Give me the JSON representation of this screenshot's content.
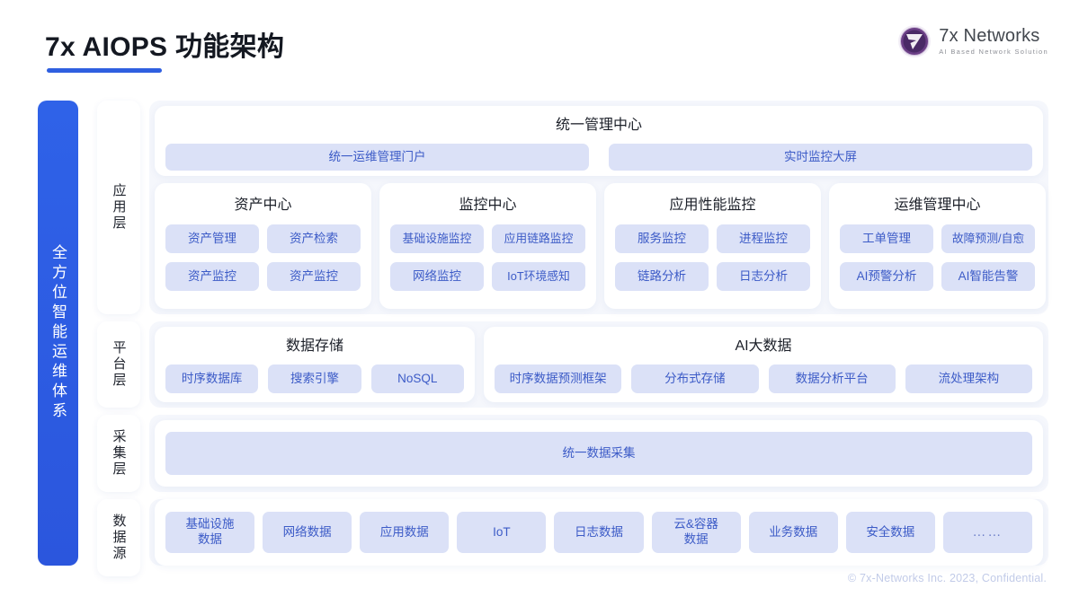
{
  "header": {
    "title": "7x AIOPS 功能架构",
    "logo": {
      "name": "7x Networks",
      "tagline": "AI Based Network Solution"
    }
  },
  "spine": {
    "label": "全方位智能运维体系"
  },
  "layers": [
    {
      "key": "app",
      "label": "应用层"
    },
    {
      "key": "plat",
      "label": "平台层"
    },
    {
      "key": "coll",
      "label": "采集层"
    },
    {
      "key": "src",
      "label": "数据源"
    }
  ],
  "application_layer": {
    "unified_center": {
      "title": "统一管理中心",
      "chips": [
        "统一运维管理门户",
        "实时监控大屏"
      ]
    },
    "cards": [
      {
        "title": "资产中心",
        "chips": [
          "资产管理",
          "资产检索",
          "资产监控",
          "资产监控"
        ]
      },
      {
        "title": "监控中心",
        "chips": [
          "基础设施监控",
          "应用链路监控",
          "网络监控",
          "IoT环境感知"
        ]
      },
      {
        "title": "应用性能监控",
        "chips": [
          "服务监控",
          "进程监控",
          "链路分析",
          "日志分析"
        ]
      },
      {
        "title": "运维管理中心",
        "chips": [
          "工单管理",
          "故障预测/自愈",
          "AI预警分析",
          "AI智能告警"
        ]
      }
    ]
  },
  "platform_layer": {
    "cards": [
      {
        "title": "数据存储",
        "chips": [
          "时序数据库",
          "搜索引擎",
          "NoSQL"
        ]
      },
      {
        "title": "AI大数据",
        "chips": [
          "时序数据预测框架",
          "分布式存储",
          "数据分析平台",
          "流处理架构"
        ]
      }
    ]
  },
  "collection_layer": {
    "chip": "统一数据采集"
  },
  "data_source_layer": {
    "chips": [
      "基础设施\n数据",
      "网络数据",
      "应用数据",
      "IoT",
      "日志数据",
      "云&容器\n数据",
      "业务数据",
      "安全数据",
      "……"
    ]
  },
  "footer": {
    "copyright": "© 7x-Networks Inc. 2023, Confidential."
  },
  "colors": {
    "accent_blue": "#2f5fe0",
    "chip_fill": "#dbe1f7",
    "chip_text": "#3c5bc7",
    "row_bg": "#f5f7fc",
    "footer_text": "#c2cbe8"
  }
}
